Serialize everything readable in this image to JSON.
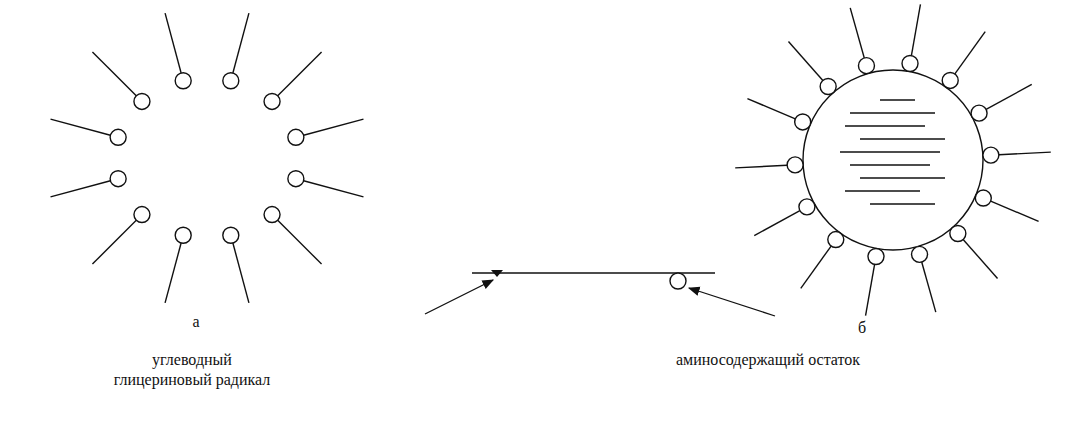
{
  "diagram": {
    "labels": [
      "а",
      "б",
      "углеводный глицериновый радикал",
      "аминосодержащий остаток"
    ]
  }
}
